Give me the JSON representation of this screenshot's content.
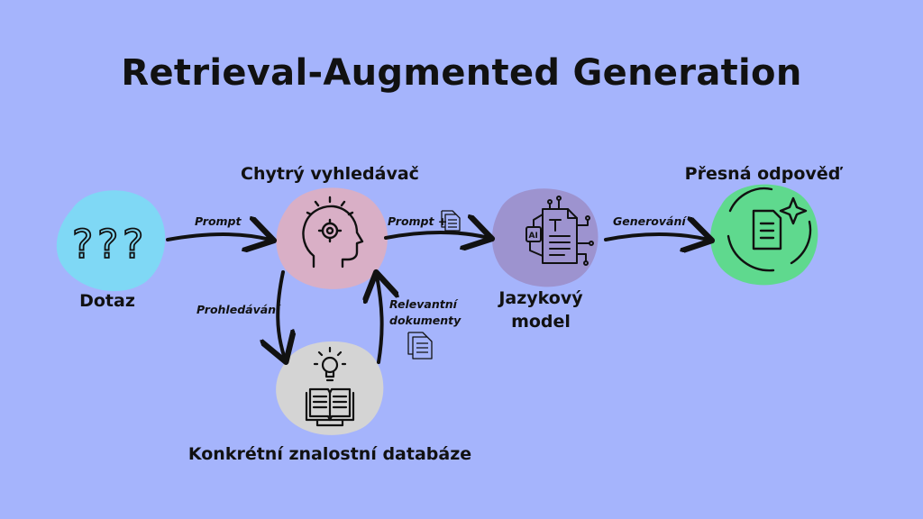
{
  "title": "Retrieval-Augmented Generation",
  "colors": {
    "background": "#a5b4fc",
    "query_blob": "#7fd8f5",
    "search_blob": "#d9afc6",
    "db_blob": "#d4d4d4",
    "model_blob": "#9d93cf",
    "answer_blob": "#5fd98e",
    "stroke": "#111111"
  },
  "nodes": {
    "query": {
      "label": "Dotaz",
      "icon": "question-marks-icon"
    },
    "search": {
      "label": "Chytrý vyhledávač",
      "icon": "ai-head-icon"
    },
    "database": {
      "label": "Konkrétní znalostní databáze",
      "icon": "book-lightbulb-icon"
    },
    "model": {
      "label_line1": "Jazykový",
      "label_line2": "model",
      "icon": "ai-document-chip-icon"
    },
    "answer": {
      "label": "Přesná odpověď",
      "icon": "document-sparkle-icon"
    }
  },
  "edges": {
    "prompt": "Prompt",
    "prompt_plus": "Prompt +",
    "generate": "Generování",
    "search_db": "Prohledávání",
    "relevant_line1": "Relevantní",
    "relevant_line2": "dokumenty"
  }
}
